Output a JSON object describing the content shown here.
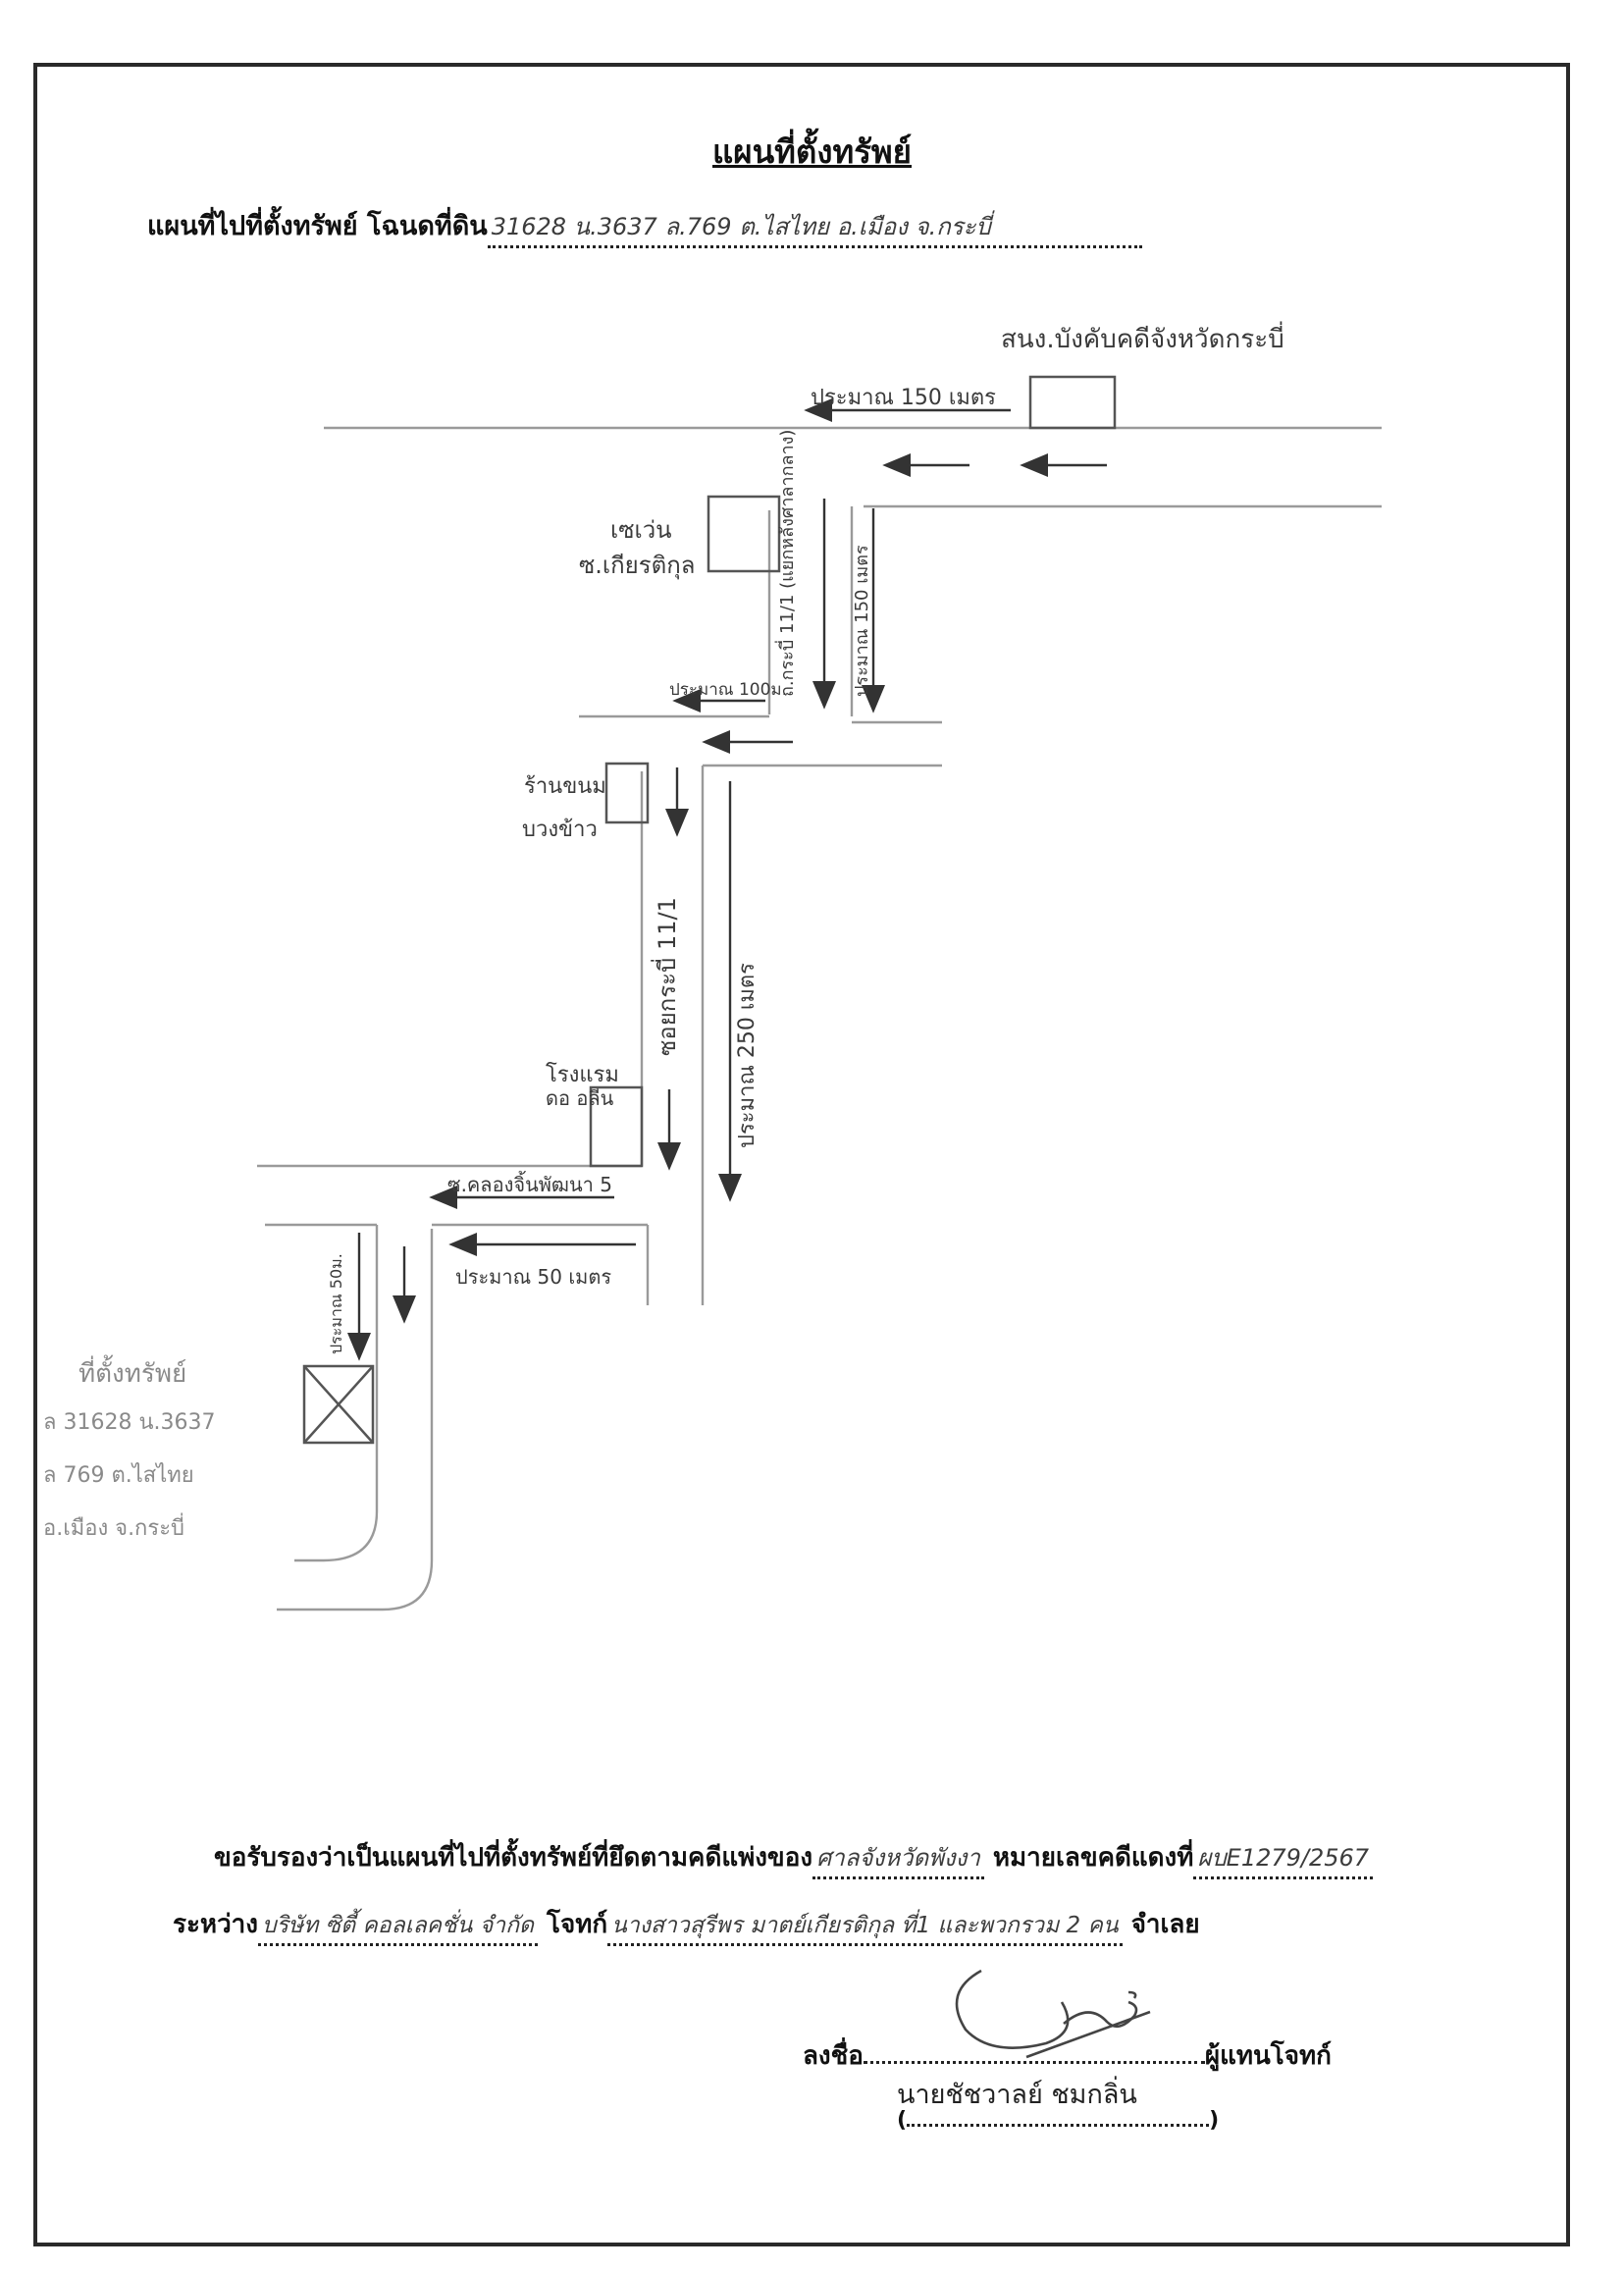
{
  "header": {
    "title": "แผนที่ตั้งทรัพย์",
    "subtitle_label": "แผนที่ไปที่ตั้งทรัพย์ โฉนดที่ดิน",
    "deed_handwritten": "31628 น.3637 ล.769 ต.ไสไทย อ.เมือง จ.กระบี่"
  },
  "map": {
    "landmark_top_right": "สนง.บังคับคดีจังหวัดกระบี่",
    "dist_150_top": "ประมาณ 150 เมตร",
    "seven_eleven_line1": "เซเว่น",
    "seven_eleven_line2": "ซ.เกียรติกุล",
    "road_krabi_v": "ถ.กระบี่ 11/1 (แยกหลังศาลากลาง)",
    "dist_150_vertical": "ประมาณ 150 เมตร",
    "dist_100": "ประมาณ 100ม.",
    "shop_line1": "ร้านขนม",
    "shop_line2": "บวงข้าว",
    "soi_krabi": "ซอยกระบี่ 11/1",
    "dist_250": "ประมาณ 250 เมตร",
    "hotel_line1": "โรงแรม",
    "hotel_line2": "ดอ อลีน",
    "soi_khlong": "ซ.คลองจิ้นพัฒนา 5",
    "dist_50_h": "ประมาณ 50 เมตร",
    "dist_50_v": "ประมาณ 50ม.",
    "property_line1": "ที่ตั้งทรัพย์",
    "property_line2": "ล 31628 น.3637",
    "property_line3": "ล 769 ต.ไสไทย",
    "property_line4": "อ.เมือง จ.กระบี่"
  },
  "certification": {
    "prefix": "ขอรับรองว่าเป็นแผนที่ไปที่ตั้งทรัพย์ที่ยึดตามคดีแพ่งของ",
    "court_handwritten": "ศาลจังหวัดพังงา",
    "case_label": "หมายเลขคดีแดงที่",
    "case_handwritten": "ผบE1279/2567",
    "between_label": "ระหว่าง",
    "plaintiff_handwritten": "บริษัท ซิตี้ คอลเลคชั่น จำกัด",
    "plaintiff_label": "โจทก์",
    "defendant_handwritten": "นางสาวสุรีพร มาตย์เกียรติกุล ที่1 และพวกรวม 2 คน",
    "defendant_label": "จำเลย"
  },
  "signature": {
    "sign_label": "ลงชื่อ",
    "role_label": "ผู้แทนโจทก์",
    "name": "นายชัชวาลย์ ชมกลิ่น"
  }
}
